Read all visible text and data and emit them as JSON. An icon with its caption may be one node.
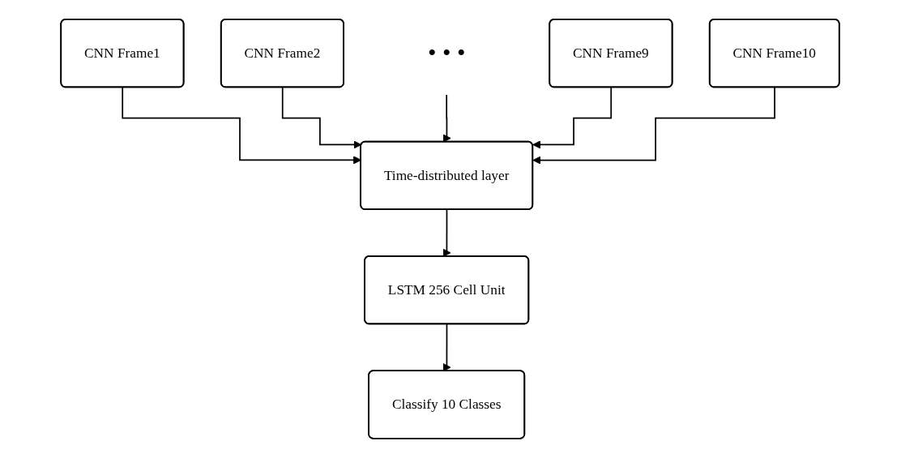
{
  "diagram": {
    "nodes": [
      {
        "text": [
          "CNN Frame1"
        ]
      },
      {
        "text": [
          "CNN Frame2"
        ]
      },
      {
        "text": [
          "• • •"
        ]
      },
      {
        "text": [
          "CNN Frame9"
        ]
      },
      {
        "text": [
          "CNN Frame10"
        ]
      },
      {
        "text": [
          "Time-distributed layer"
        ]
      },
      {
        "text": [
          "LSTM 256 Cell Unit"
        ]
      },
      {
        "text": [
          "Classify 10 Classes"
        ]
      }
    ],
    "edges": [
      {
        "from": 0,
        "to": 5,
        "arrow": "to"
      },
      {
        "from": 1,
        "to": 5,
        "arrow": "to"
      },
      {
        "from": 2,
        "to": 5,
        "arrow": "to"
      },
      {
        "from": 3,
        "to": 5,
        "arrow": "to"
      },
      {
        "from": 4,
        "to": 5,
        "arrow": "to"
      },
      {
        "from": 5,
        "to": 6,
        "arrow": "to"
      },
      {
        "from": 6,
        "to": 7,
        "arrow": "to"
      }
    ]
  }
}
